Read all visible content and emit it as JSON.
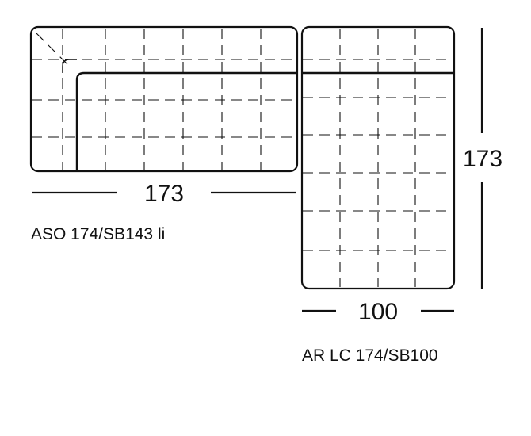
{
  "modules": [
    {
      "name": "ASO 174/SB143 li",
      "width_label": "173"
    },
    {
      "name": "AR LC 174/SB100",
      "width_label": "100",
      "depth_label": "173"
    }
  ],
  "colors": {
    "line": "#111111",
    "background": "#ffffff"
  }
}
